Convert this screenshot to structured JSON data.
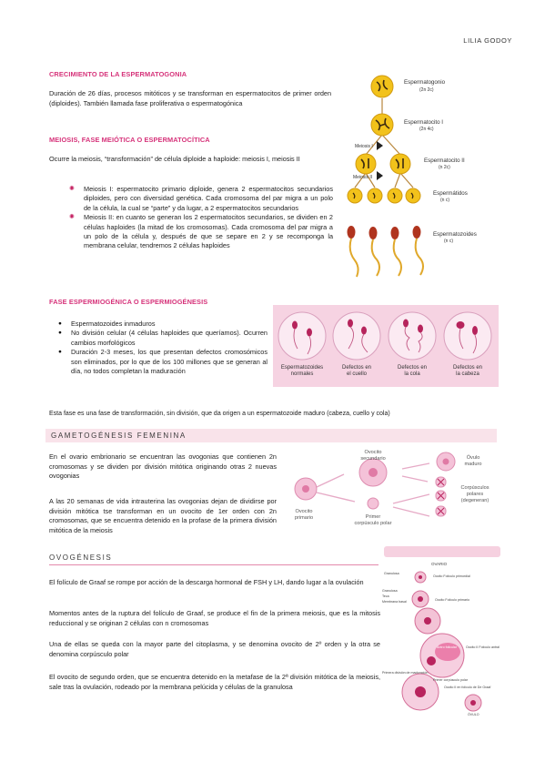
{
  "header": {
    "author": "LILIA GODOY"
  },
  "section1": {
    "heading": "CRECIMIENTO DE LA ESPERMATOGONIA",
    "text": "Duración de 26 días, procesos mitóticos y se transforman en espermatocitos de primer orden (diploides). También llamada fase proliferativa o espermatogónica"
  },
  "section2": {
    "heading": "MEIOSIS, FASE MEIÓTICA O ESPERMATOCÍTICA",
    "intro": "Ocurre la meiosis, “transformación” de célula diploide a haploide: meiosis I, meiosis II",
    "items": [
      "Meiosis I: espermatocito primario diploide, genera 2 espermatocitos secundarios diploides, pero con diversidad genética. Cada cromosoma del par migra a un polo de la célula, la cual se “parte” y da lugar, a 2 espermatocitos secundarios",
      "Meiosis II: en cuanto se generan los 2 espermatocitos secundarios, se dividen en 2 células haploides (la mitad de los cromosomas). Cada cromosoma del par migra a un polo de la célula y, después de que se separe en 2 y se recomponga la membrana celular, tendremos 2 células haploides"
    ]
  },
  "diagram1": {
    "labels": {
      "espermatogonio": "Espermatogonio",
      "espermatogonio_n": "(2n 2c)",
      "espermatocito1": "Espermatocito I",
      "espermatocito1_n": "(2n 4c)",
      "meiosis1": "Meiosis I",
      "espermatocito2": "Espermatocito II",
      "espermatocito2_n": "(n 2c)",
      "meiosis2": "Meiosis II",
      "espermatidos": "Espermátidos",
      "espermatidos_n": "(n c)",
      "espermatozoides": "Espermatozoides",
      "espermatozoides_n": "(n c)"
    }
  },
  "section3": {
    "heading": "FASE ESPERMIOGÉNICA O ESPERMIOGÉNESIS",
    "items": [
      "Espermatozoides inmaduros",
      "No división celular (4 células haploides que queríamos). Ocurren cambios morfológicos",
      "Duración 2-3 meses, los que presentan defectos cromosómicos son eliminados, por lo que de los 100 millones que se generan al día, no todos completan la maduración"
    ],
    "summary": "Esta fase es una fase de transformación, sin división, que da origen a un espermatozoide maduro (cabeza, cuello y cola)"
  },
  "diagram2": {
    "captions": [
      "Espermatozoides normales",
      "Defectos en el cuello",
      "Defectos en la cola",
      "Defectos en la cabeza"
    ]
  },
  "gametogenesis": {
    "title": "GAMETOGÉNESIS FEMENINA",
    "p1": "En el ovario embrionario se encuentran las ovogonias que contienen 2n cromosomas y se dividen por división mitótica originando otras 2 nuevas ovogonias",
    "p2": "A las 20 semanas de vida intrauterina las ovogonias dejan de dividirse por división mitótica tse transforman en un ovocito de 1er orden con 2n cromosomas, que se encuentra detenido en la profase de la primera división mitótica de la meiosis"
  },
  "diagram3": {
    "ovocito_primario": "Ovocito primario",
    "ovocito_secundario": "Ovocito secundario",
    "primer_corpusculo": "Primer corpúsculo polar",
    "ovulo_maduro": "Óvulo maduro",
    "corpusculos_polares": "Corpúsculos polares (degeneran)"
  },
  "ovogenesis": {
    "title": "OVOGÉNESIS",
    "p1": "El folículo de Graaf se rompe por acción de la descarga hormonal de FSH y LH, dando lugar a la ovulación",
    "p2": "Momentos antes de la ruptura del folículo de Graaf, se produce el fin de la primera meiosis, que es la mitosis reduccional y se originan 2 células con n cromosomas",
    "p3": "Una de ellas se queda con la mayor parte del citoplasma, y se denomina ovocito de 2º orden y la otra se denomina corpúsculo polar",
    "p4": "El ovocito de segundo orden, que se encuentra detenido en la metafase de la 2ª división mitótica de la meiosis, sale tras la ovulación, rodeado por la membrana pelúcida y células de la granulosa"
  },
  "diagram4": {
    "labels": {
      "ovario": "OVARIO",
      "granulosa": "Granulosa",
      "foliculo_primordial": "Oocito Folículo primordial",
      "granulosa2": "Granulosa",
      "teca": "Teca",
      "membrana_basal": "Membrana basal",
      "foliculo_primario": "Oocito Folículo primario",
      "antro": "Antro folicular",
      "foliculo_antral": "Oocito II Folículo antral",
      "primera_meiosis": "Primera división de maduración",
      "primer_corpusculo": "Primer corpúsculo polar",
      "foliculo_graaf": "Oocito II en folículo de De Graaf",
      "ovulo": "ÓVULO"
    }
  }
}
